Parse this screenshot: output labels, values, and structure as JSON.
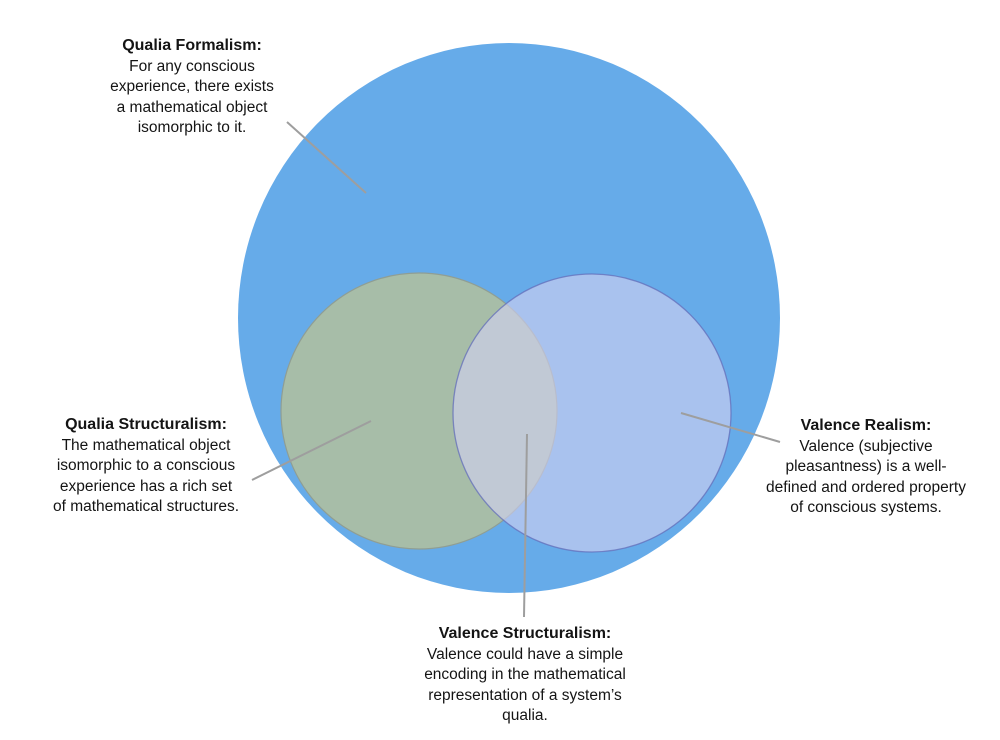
{
  "diagram_title": "Qualia/Valence formalism Venn diagram",
  "colors": {
    "background": "#ffffff",
    "formalism_fill": "#66abe9",
    "structuralism_fill": "#a7bda8",
    "structuralism_stroke": "#8f9e94",
    "realism_fill": "rgba(210,208,241,0.62)",
    "realism_stroke": "rgba(99,110,185,0.75)",
    "leader_line": "#9e9e9e",
    "text": "#141414"
  },
  "labels": {
    "qualia_formalism": {
      "title": "Qualia Formalism:",
      "lines": [
        "For any conscious",
        "experience, there exists",
        "a mathematical object",
        "isomorphic to it."
      ]
    },
    "qualia_structuralism": {
      "title": "Qualia Structuralism:",
      "lines": [
        "The mathematical object",
        "isomorphic to a conscious",
        "experience has a rich set",
        "of mathematical structures."
      ]
    },
    "valence_realism": {
      "title": "Valence Realism:",
      "lines": [
        "Valence (subjective",
        "pleasantness) is a well-",
        "defined and ordered property",
        "of conscious systems."
      ]
    },
    "valence_structuralism": {
      "title": "Valence Structuralism:",
      "lines": [
        "Valence could have a simple",
        "encoding in the mathematical",
        "representation of a system’s",
        "qualia."
      ]
    }
  }
}
